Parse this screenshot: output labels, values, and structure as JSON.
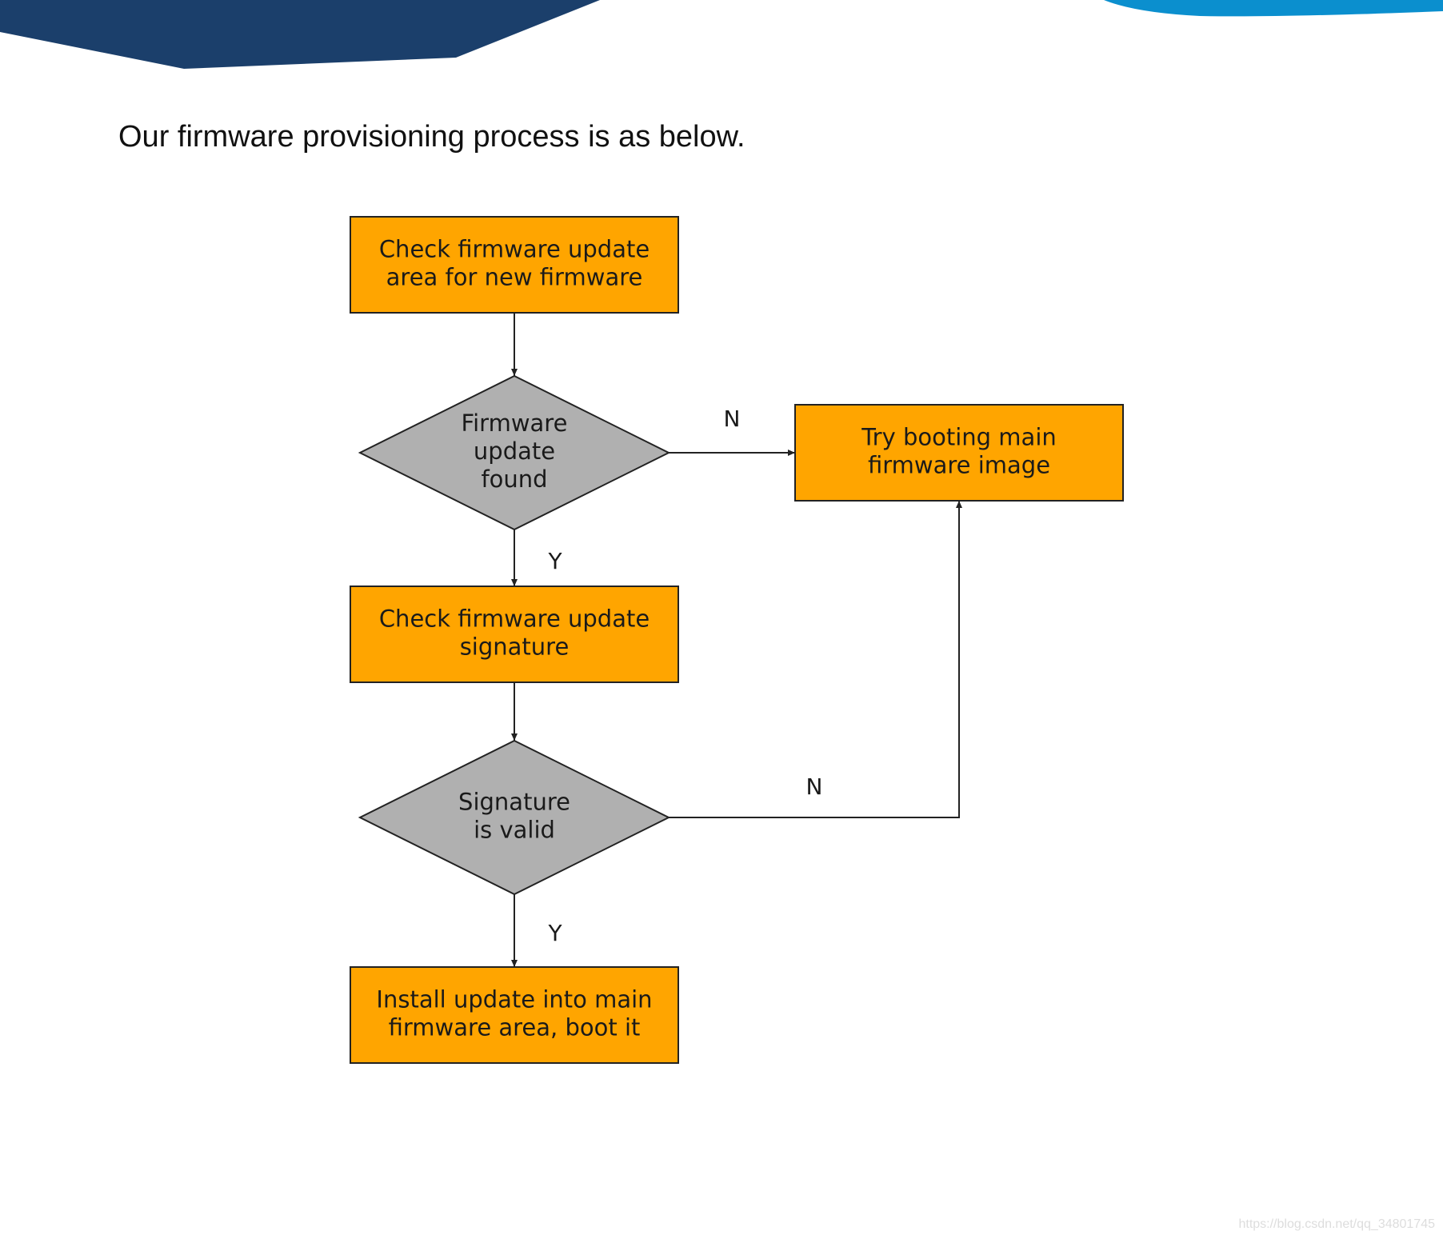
{
  "intro_text": "Our firmware provisioning process is as below.",
  "colors": {
    "process_fill": "#ffa500",
    "decision_fill": "#b0b0b0",
    "stroke": "#222222",
    "banner_dark": "#1b3f6b",
    "banner_light": "#0b8fce"
  },
  "nodes": [
    {
      "id": "check-area",
      "shape": "rect",
      "lines": [
        "Check firmware update",
        "area for new firmware"
      ]
    },
    {
      "id": "update-found",
      "shape": "diamond",
      "lines": [
        "Firmware",
        "update",
        "found"
      ]
    },
    {
      "id": "try-boot",
      "shape": "rect",
      "lines": [
        "Try booting main",
        "firmware image"
      ]
    },
    {
      "id": "check-signature",
      "shape": "rect",
      "lines": [
        "Check firmware update",
        "signature"
      ]
    },
    {
      "id": "signature-valid",
      "shape": "diamond",
      "lines": [
        "Signature",
        "is valid"
      ]
    },
    {
      "id": "install",
      "shape": "rect",
      "lines": [
        "Install update into main",
        "firmware area, boot it"
      ]
    }
  ],
  "edges": [
    {
      "from": "check-area",
      "to": "update-found",
      "label": ""
    },
    {
      "from": "update-found",
      "to": "try-boot",
      "label": "N"
    },
    {
      "from": "update-found",
      "to": "check-signature",
      "label": "Y"
    },
    {
      "from": "check-signature",
      "to": "signature-valid",
      "label": ""
    },
    {
      "from": "signature-valid",
      "to": "try-boot",
      "label": "N"
    },
    {
      "from": "signature-valid",
      "to": "install",
      "label": "Y"
    }
  ],
  "watermark": "https://blog.csdn.net/qq_34801745"
}
